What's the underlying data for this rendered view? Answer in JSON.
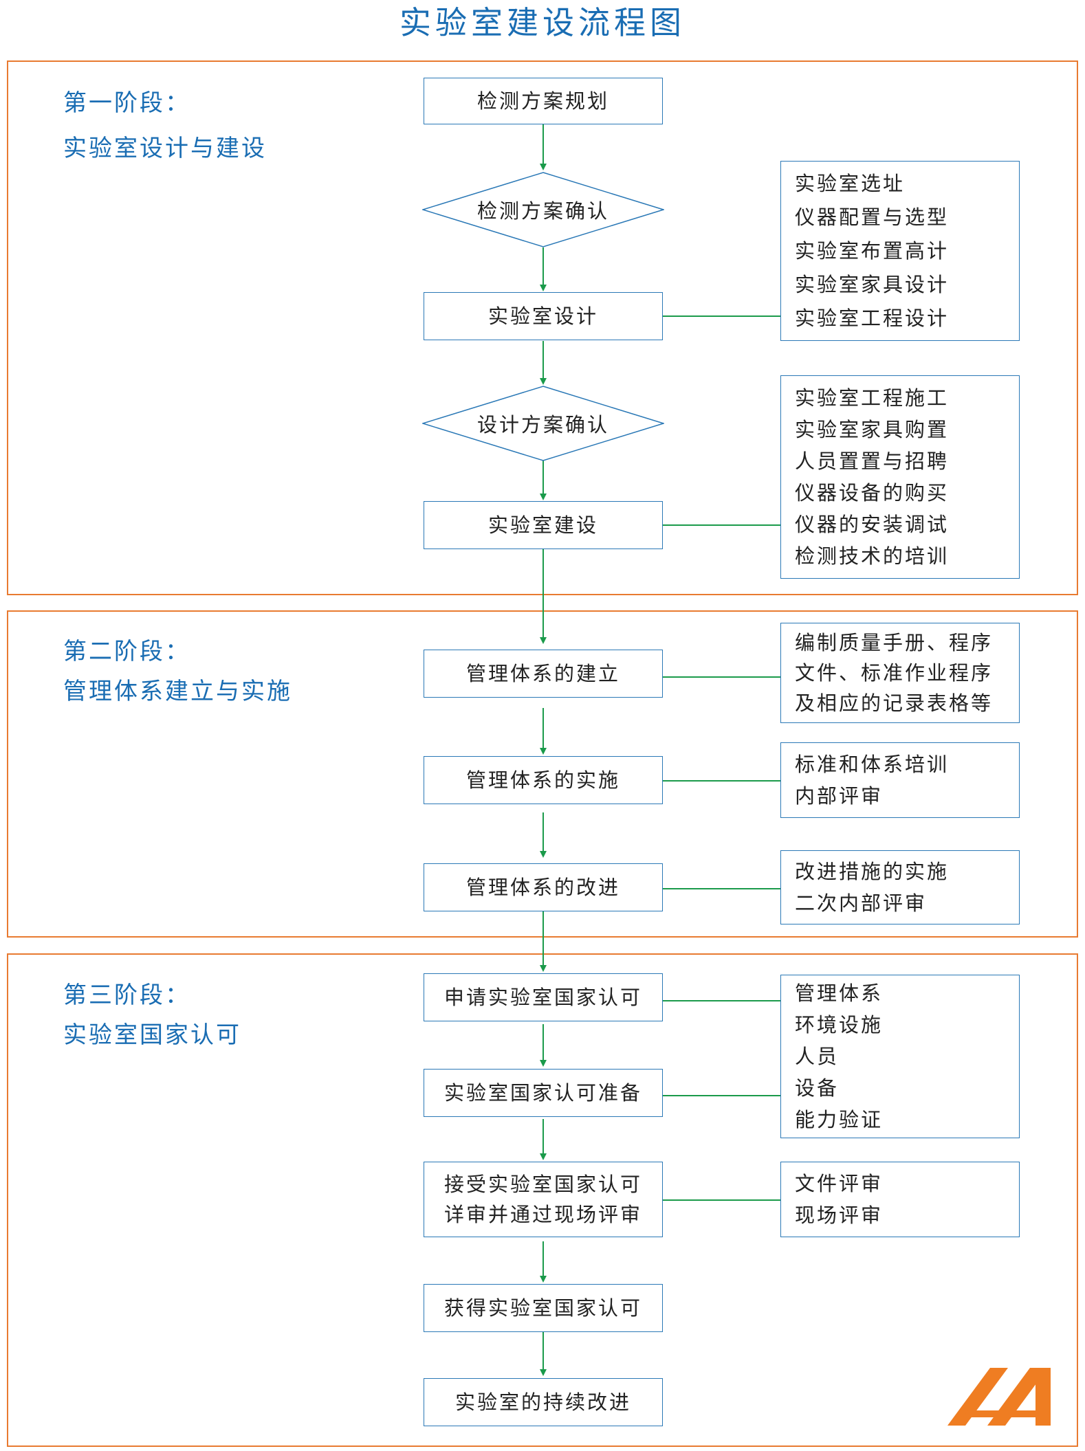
{
  "title": "实验室建设流程图",
  "stages": [
    {
      "line1": "第一阶段：",
      "line2": "实验室设计与建设"
    },
    {
      "line1": "第二阶段：",
      "line2": "管理体系建立与实施"
    },
    {
      "line1": "第三阶段：",
      "line2": "实验室国家认可"
    }
  ],
  "steps": {
    "plan": "检测方案规划",
    "plan_confirm": "检测方案确认",
    "lab_design": "实验室设计",
    "design_confirm": "设计方案确认",
    "lab_build": "实验室建设",
    "mgmt_establish": "管理体系的建立",
    "mgmt_implement": "管理体系的实施",
    "mgmt_improve": "管理体系的改进",
    "apply": "申请实验室国家认可",
    "prepare": "实验室国家认可准备",
    "review_line1": "接受实验室国家认可",
    "review_line2": "详审并通过现场评审",
    "obtain": "获得实验室国家认可",
    "continuous": "实验室的持续改进"
  },
  "notes": {
    "design": [
      "实验室选址",
      "仪器配置与选型",
      "实验室布置高计",
      "实验室家具设计",
      "实验室工程设计"
    ],
    "build": [
      "实验室工程施工",
      "实验室家具购置",
      "人员置置与招聘",
      "仪器设备的购买",
      "仪器的安装调试",
      "检测技术的培训"
    ],
    "establish": [
      "编制质量手册、程序",
      "文件、标准作业程序",
      "及相应的记录表格等"
    ],
    "implement": [
      "标准和体系培训",
      "内部评审"
    ],
    "improve": [
      "改进措施的实施",
      "二次内部评审"
    ],
    "accreditation": [
      "管理体系",
      "环境设施",
      "人员",
      "设备",
      "能力验证"
    ],
    "review": [
      "文件评审",
      "现场评审"
    ]
  },
  "colors": {
    "title": "#1a6db3",
    "stage_border": "#e87a30",
    "box_border": "#2a78b6",
    "connector": "#1a9a4a",
    "logo": "#ef7d22"
  }
}
